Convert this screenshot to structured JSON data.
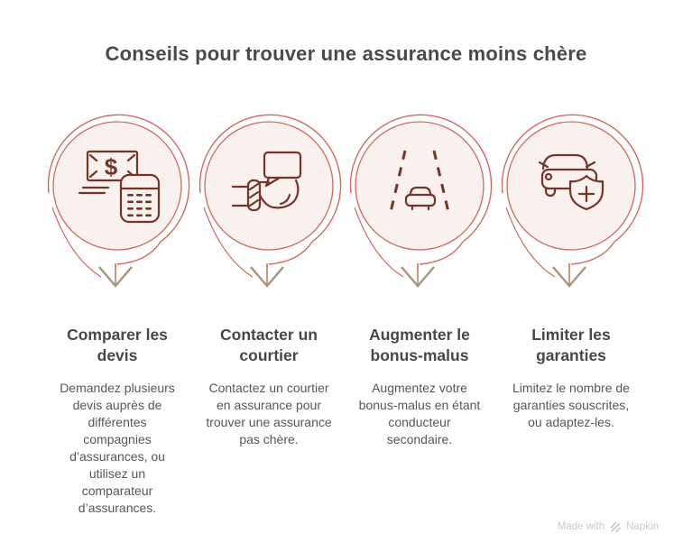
{
  "title": "Conseils pour trouver une assurance moins chère",
  "steps": [
    {
      "icon": "money-calculator-icon",
      "heading": "Comparer les devis",
      "description": "Demandez plusieurs devis auprès de différentes compagnies d’assurances, ou utilisez un comparateur d’assurances."
    },
    {
      "icon": "speech-bubble-hand-icon",
      "heading": "Contacter un courtier",
      "description": "Contactez un courtier en assurance pour trouver une assurance pas chère."
    },
    {
      "icon": "road-car-icon",
      "heading": "Augmenter le bonus-malus",
      "description": "Augmentez votre bonus-malus en étant conducteur secondaire."
    },
    {
      "icon": "car-shield-plus-icon",
      "heading": "Limiter les garanties",
      "description": "Limitez le nombre de garanties souscrites, ou adaptez-les."
    }
  ],
  "footer": {
    "made_with": "Made with",
    "brand": "Napkin",
    "logo_icon": "napkin-logo-icon"
  },
  "colors": {
    "accent_salmon": "#d2685c",
    "icon_stroke": "#743527",
    "circle_fill": "#f8f1ee",
    "arrow_tan": "#a8947d",
    "title_text": "#4a4a4a",
    "heading_text": "#474747",
    "body_text": "#565656",
    "footer_text": "#c9c9c9"
  }
}
